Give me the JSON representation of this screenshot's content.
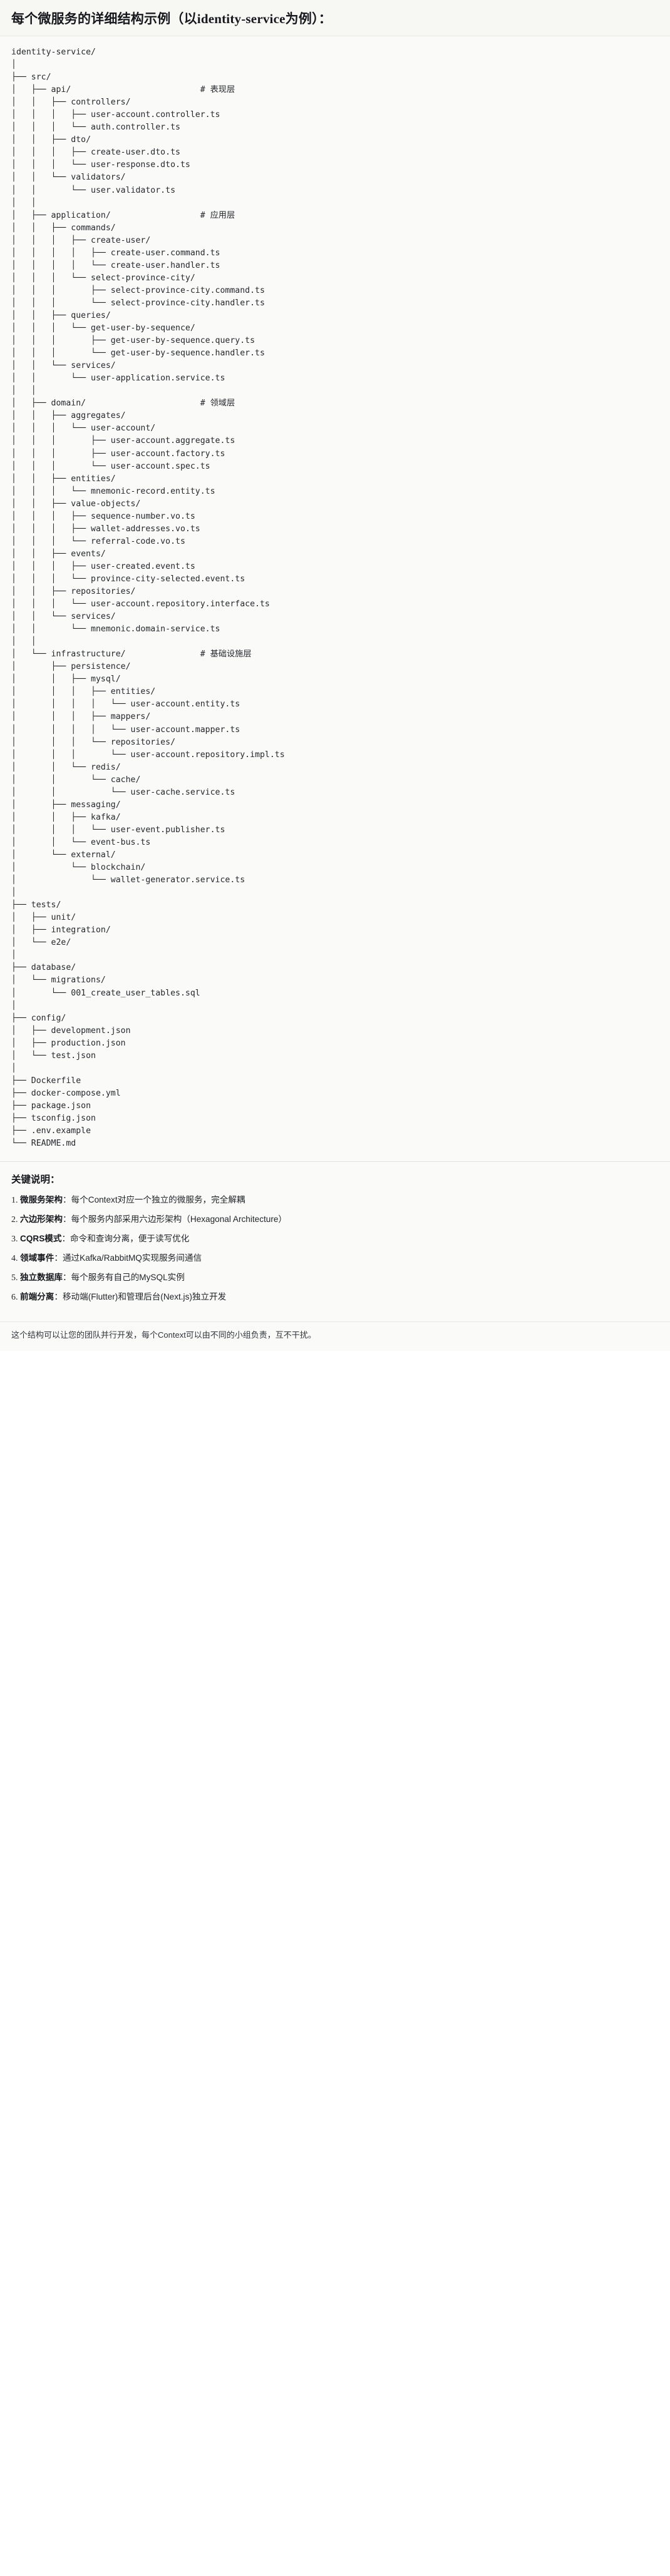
{
  "title": "每个微服务的详细结构示例（以identity-service为例）：",
  "tree": {
    "root": "identity-service/",
    "comments": {
      "api": "# 表现层",
      "application": "# 应用层",
      "domain": "# 领域层",
      "infrastructure": "# 基础设施层"
    },
    "text": "identity-service/\n│\n├── src/\n│   ├── api/                          # 表现层\n│   │   ├── controllers/\n│   │   │   ├── user-account.controller.ts\n│   │   │   └── auth.controller.ts\n│   │   ├── dto/\n│   │   │   ├── create-user.dto.ts\n│   │   │   └── user-response.dto.ts\n│   │   └── validators/\n│   │       └── user.validator.ts\n│   │\n│   ├── application/                  # 应用层\n│   │   ├── commands/\n│   │   │   ├── create-user/\n│   │   │   │   ├── create-user.command.ts\n│   │   │   │   └── create-user.handler.ts\n│   │   │   └── select-province-city/\n│   │   │       ├── select-province-city.command.ts\n│   │   │       └── select-province-city.handler.ts\n│   │   ├── queries/\n│   │   │   └── get-user-by-sequence/\n│   │   │       ├── get-user-by-sequence.query.ts\n│   │   │       └── get-user-by-sequence.handler.ts\n│   │   └── services/\n│   │       └── user-application.service.ts\n│   │\n│   ├── domain/                       # 领域层\n│   │   ├── aggregates/\n│   │   │   └── user-account/\n│   │   │       ├── user-account.aggregate.ts\n│   │   │       ├── user-account.factory.ts\n│   │   │       └── user-account.spec.ts\n│   │   ├── entities/\n│   │   │   └── mnemonic-record.entity.ts\n│   │   ├── value-objects/\n│   │   │   ├── sequence-number.vo.ts\n│   │   │   ├── wallet-addresses.vo.ts\n│   │   │   └── referral-code.vo.ts\n│   │   ├── events/\n│   │   │   ├── user-created.event.ts\n│   │   │   └── province-city-selected.event.ts\n│   │   ├── repositories/\n│   │   │   └── user-account.repository.interface.ts\n│   │   └── services/\n│   │       └── mnemonic.domain-service.ts\n│   │\n│   └── infrastructure/               # 基础设施层\n│       ├── persistence/\n│       │   ├── mysql/\n│       │   │   ├── entities/\n│       │   │   │   └── user-account.entity.ts\n│       │   │   ├── mappers/\n│       │   │   │   └── user-account.mapper.ts\n│       │   │   └── repositories/\n│       │   │       └── user-account.repository.impl.ts\n│       │   └── redis/\n│       │       └── cache/\n│       │           └── user-cache.service.ts\n│       ├── messaging/\n│       │   ├── kafka/\n│       │   │   └── user-event.publisher.ts\n│       │   └── event-bus.ts\n│       └── external/\n│           └── blockchain/\n│               └── wallet-generator.service.ts\n│\n├── tests/\n│   ├── unit/\n│   ├── integration/\n│   └── e2e/\n│\n├── database/\n│   └── migrations/\n│       └── 001_create_user_tables.sql\n│\n├── config/\n│   ├── development.json\n│   ├── production.json\n│   └── test.json\n│\n├── Dockerfile\n├── docker-compose.yml\n├── package.json\n├── tsconfig.json\n├── .env.example\n└── README.md"
  },
  "notes": {
    "heading": "关键说明：",
    "items": [
      {
        "term": "微服务架构",
        "desc": "：每个Context对应一个独立的微服务，完全解耦"
      },
      {
        "term": "六边形架构",
        "desc": "：每个服务内部采用六边形架构（Hexagonal Architecture）"
      },
      {
        "term": "CQRS模式",
        "desc": "：命令和查询分离，便于读写优化"
      },
      {
        "term": "领域事件",
        "desc": "：通过Kafka/RabbitMQ实现服务间通信"
      },
      {
        "term": "独立数据库",
        "desc": "：每个服务有自己的MySQL实例"
      },
      {
        "term": "前端分离",
        "desc": "：移动端(Flutter)和管理后台(Next.js)独立开发"
      }
    ],
    "closing": "这个结构可以让您的团队并行开发，每个Context可以由不同的小组负责，互不干扰。"
  }
}
